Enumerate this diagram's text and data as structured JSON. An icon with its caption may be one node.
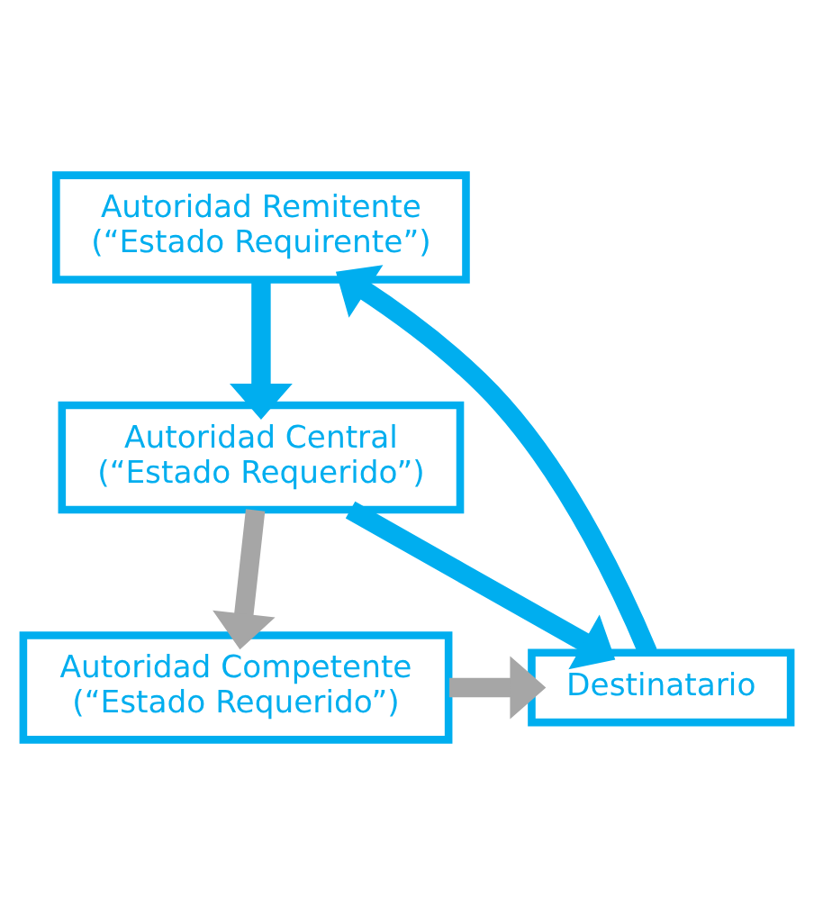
{
  "diagram": {
    "nodes": [
      {
        "text": [
          "Autoridad Remitente (“Estado Requirente”)"
        ]
      },
      {
        "text": [
          "Autoridad Central (“Estado Requerido”)"
        ]
      },
      {
        "text": [
          "Autoridad Competente (“Estado Requerido”)"
        ]
      },
      {
        "text": [
          "Destinatario"
        ]
      }
    ],
    "edges": [
      {
        "from": 0,
        "to": 1,
        "arrow": "to"
      },
      {
        "from": 1,
        "to": 2,
        "arrow": "to",
        "color": "#a6a6a6"
      },
      {
        "from": 1,
        "to": 3,
        "arrow": "to"
      },
      {
        "from": 2,
        "to": 3,
        "arrow": "to",
        "color": "#a6a6a6"
      },
      {
        "from": 3,
        "to": 0,
        "arrow": "to"
      }
    ]
  }
}
